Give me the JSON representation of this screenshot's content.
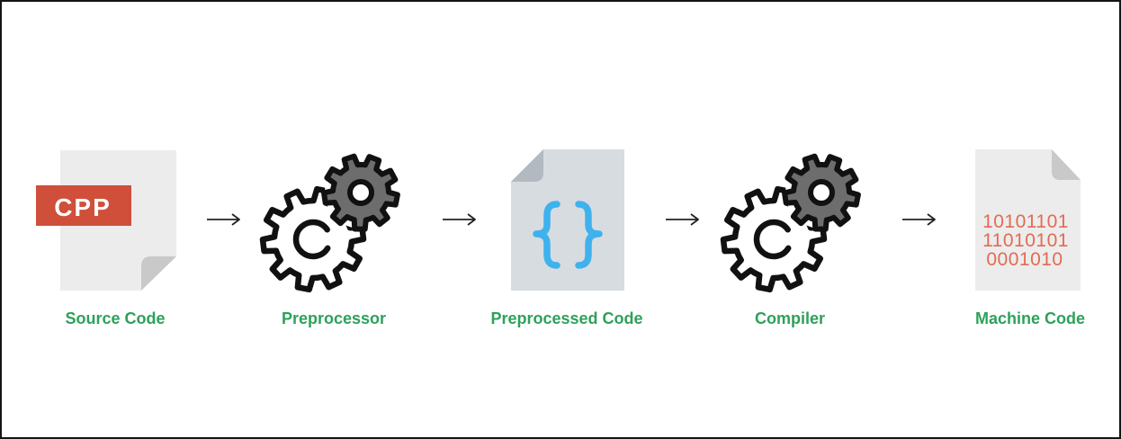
{
  "steps": [
    {
      "label": "Source Code",
      "icon": "cpp-file-icon",
      "badge": "CPP"
    },
    {
      "label": "Preprocessor",
      "icon": "gears-icon"
    },
    {
      "label": "Preprocessed Code",
      "icon": "braces-file-icon",
      "glyph": "{ }"
    },
    {
      "label": "Compiler",
      "icon": "gears-icon"
    },
    {
      "label": "Machine Code",
      "icon": "binary-file-icon",
      "binary": [
        "10101101",
        "11010101",
        "0001010"
      ]
    }
  ],
  "arrow_glyph": "→",
  "colors": {
    "label_green": "#2ea15a",
    "cpp_badge": "#cf4f3b",
    "braces_blue": "#3fb2ee",
    "binary_red": "#e46a52",
    "page_light": "#ececec",
    "page_fold": "#c9c9c9",
    "gear_gray": "#6d6d6d",
    "gear_outline": "#111111"
  }
}
